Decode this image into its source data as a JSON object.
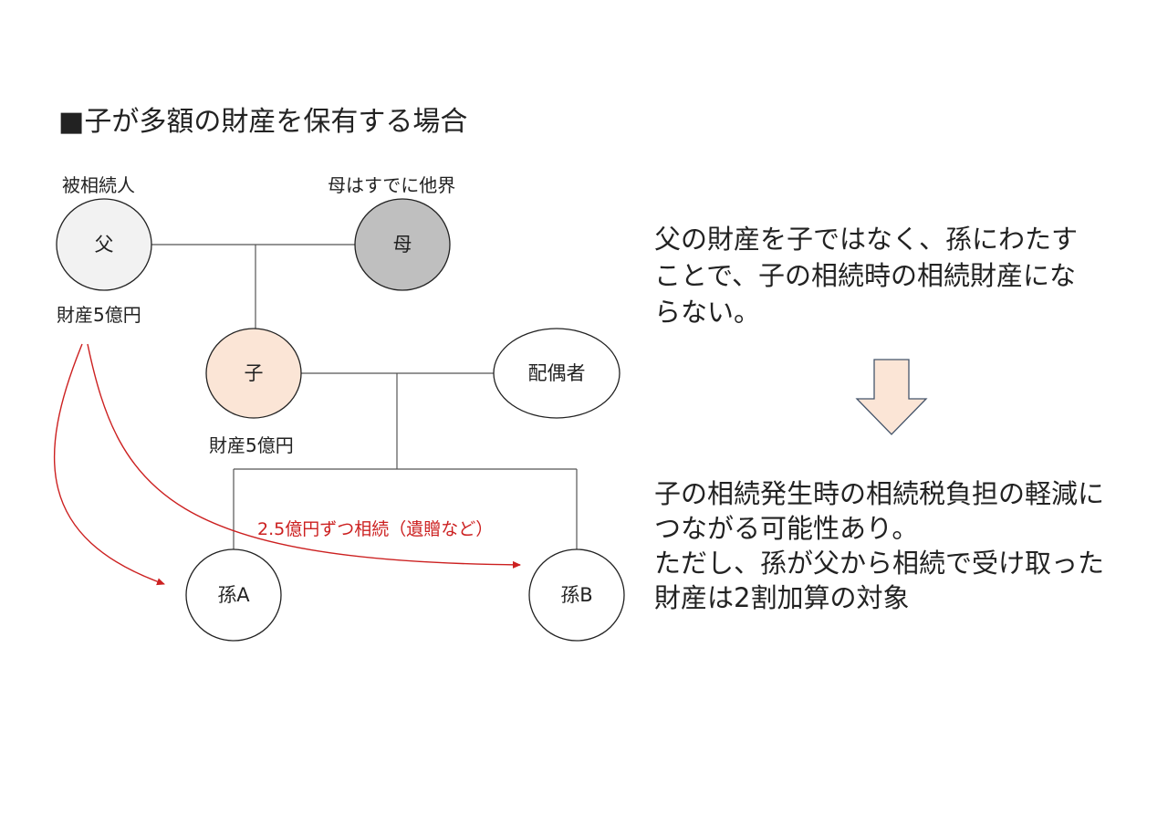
{
  "title": "■子が多額の財産を保有する場合",
  "labels": {
    "decedent": "被相続人",
    "mother_note": "母はすでに他界",
    "father_assets": "財産5億円",
    "child_assets": "財産5億円"
  },
  "nodes": {
    "father": "父",
    "mother": "母",
    "child": "子",
    "spouse": "配偶者",
    "grandchild_a": "孫A",
    "grandchild_b": "孫B"
  },
  "arrow_label": "2.5億円ずつ相続（遺贈など）",
  "explanation_top": [
    "父の財産を子ではなく、孫にわたす",
    "ことで、子の相続時の相続財産にな",
    "らない。"
  ],
  "explanation_bottom": [
    "子の相続発生時の相続税負担の軽減に",
    "つながる可能性あり。",
    "ただし、孫が父から相続で受け取った",
    "財産は2割加算の対象"
  ],
  "colors": {
    "father_fill": "#f2f2f2",
    "mother_fill": "#bfbfbf",
    "child_fill": "#fbe5d6",
    "arrow_fill": "#fbe5d6",
    "arrow_stroke": "#44546a",
    "inheritance_arrow": "#cc2020"
  }
}
